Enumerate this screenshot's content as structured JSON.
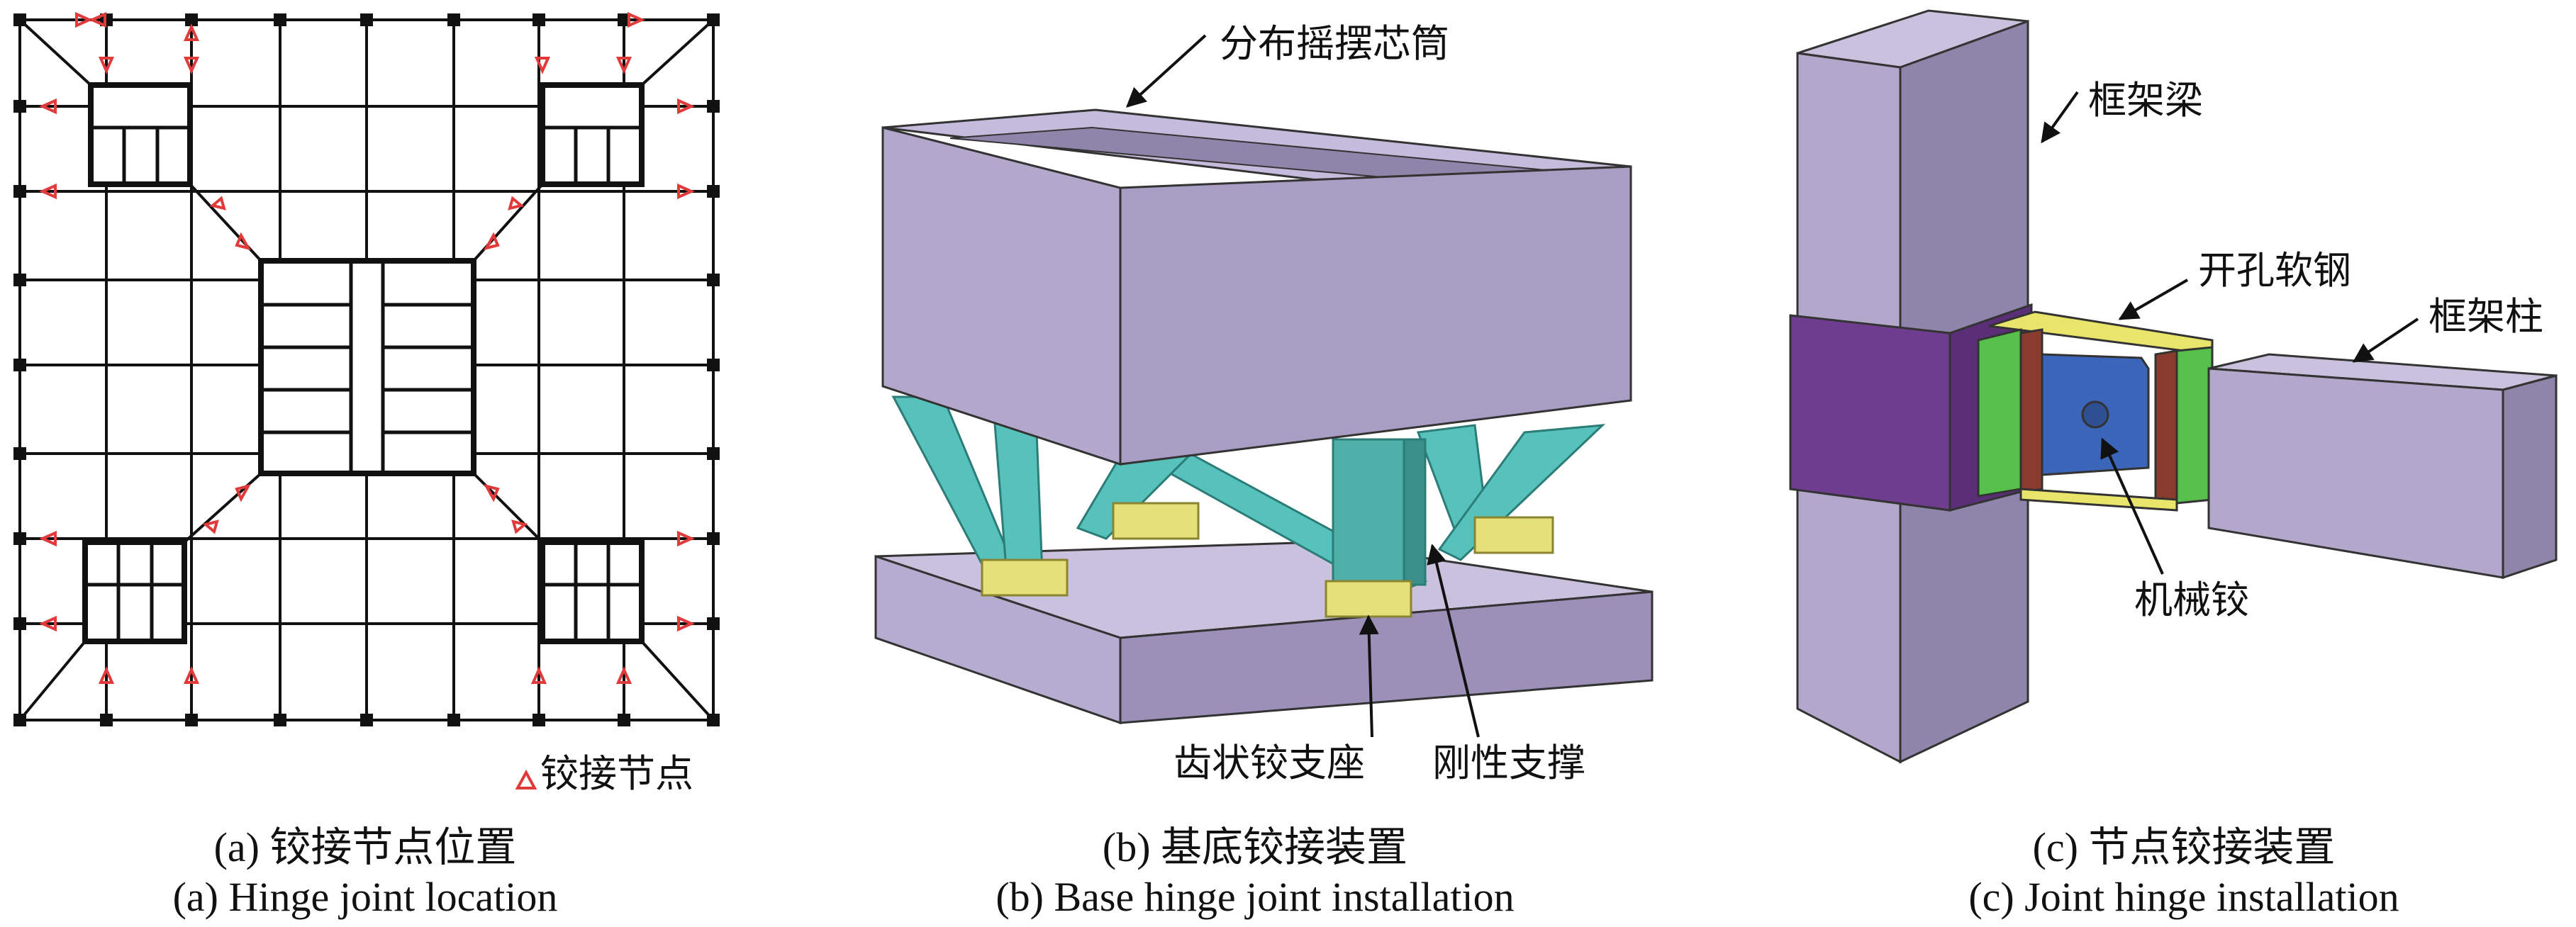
{
  "panel_a": {
    "legend_label": "铰接节点",
    "caption_cn": "(a) 铰接节点位置",
    "caption_en": "(a) Hinge joint location",
    "marker_color": "#e03a3a",
    "marker_shape": "triangle-outline"
  },
  "panel_b": {
    "label_core": "分布摇摆芯筒",
    "label_support": "齿状铰支座",
    "label_brace": "刚性支撑",
    "caption_cn": "(b) 基底铰接装置",
    "caption_en": "(b) Base hinge joint installation",
    "colors": {
      "box": "#b3a8cc",
      "brace": "#57c2bc",
      "support": "#e6e07a"
    }
  },
  "panel_c": {
    "label_beam": "框架梁",
    "label_steel": "开孔软钢",
    "label_column": "框架柱",
    "label_hinge": "机械铰",
    "caption_cn": "(c) 节点铰接装置",
    "caption_en": "(c) Joint hinge installation",
    "colors": {
      "member": "#b3a8cc",
      "plate": "#6e3d8f",
      "green": "#55c14a",
      "yellow": "#e9e56a",
      "blue": "#3a65b8",
      "brown": "#8b3b2e"
    }
  }
}
